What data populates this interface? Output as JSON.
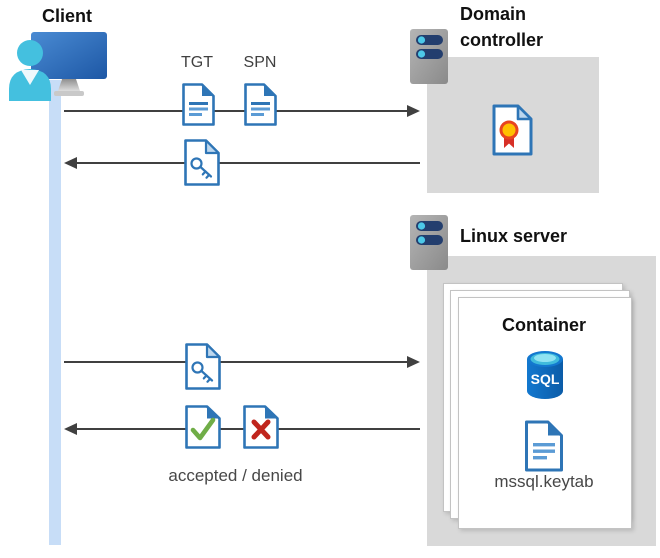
{
  "client": {
    "label": "Client"
  },
  "domain_controller": {
    "label": "Domain controller"
  },
  "linux_server": {
    "label": "Linux server"
  },
  "container": {
    "label": "Container",
    "database_label": "SQL",
    "keytab_label": "mssql.keytab"
  },
  "messages": {
    "tgt": "TGT",
    "spn": "SPN",
    "result": "accepted / denied"
  },
  "colors": {
    "doc_border_blue": "#2E75B6",
    "doc_line_blue": "#5B9BD5",
    "fold_light_blue": "#BDD7EE",
    "timeline_blue": "#C7DDF7",
    "box_gray": "#D9D9D9",
    "person_cyan": "#44C0DF",
    "server_bar_navy": "#233E6E",
    "success_green": "#70AD47",
    "error_red": "#C0251D",
    "arrow_gray": "#404040",
    "medal_gold": "#FFC000",
    "medal_red": "#D73027",
    "sql_blue": "#1072C6",
    "sql_cyan": "#3FBBDC"
  }
}
